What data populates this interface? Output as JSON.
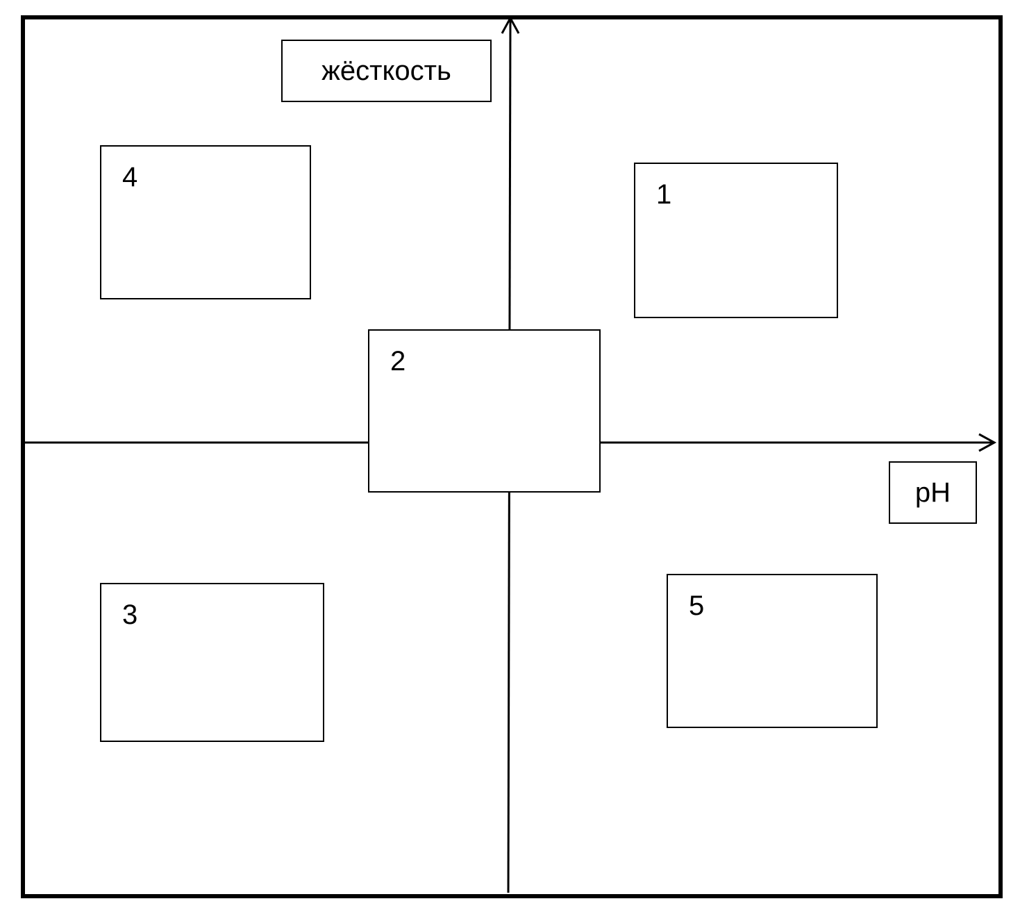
{
  "axes": {
    "x_label": "pH",
    "y_label": "жёсткость"
  },
  "boxes": [
    {
      "id": "1",
      "label": "1"
    },
    {
      "id": "2",
      "label": "2"
    },
    {
      "id": "3",
      "label": "3"
    },
    {
      "id": "4",
      "label": "4"
    },
    {
      "id": "5",
      "label": "5"
    }
  ],
  "colors": {
    "line": "#000000",
    "background": "#ffffff"
  }
}
